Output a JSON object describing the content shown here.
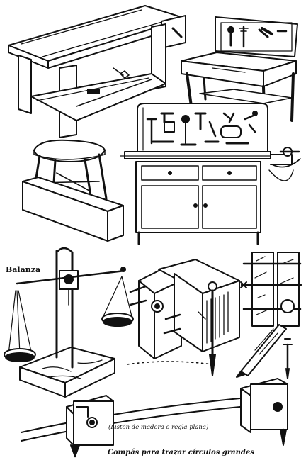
{
  "captions": {
    "balanza": "Balanza",
    "liston": "(Listón de madera o regla plana)",
    "compas": "Compás para trazar círculos grandes"
  }
}
